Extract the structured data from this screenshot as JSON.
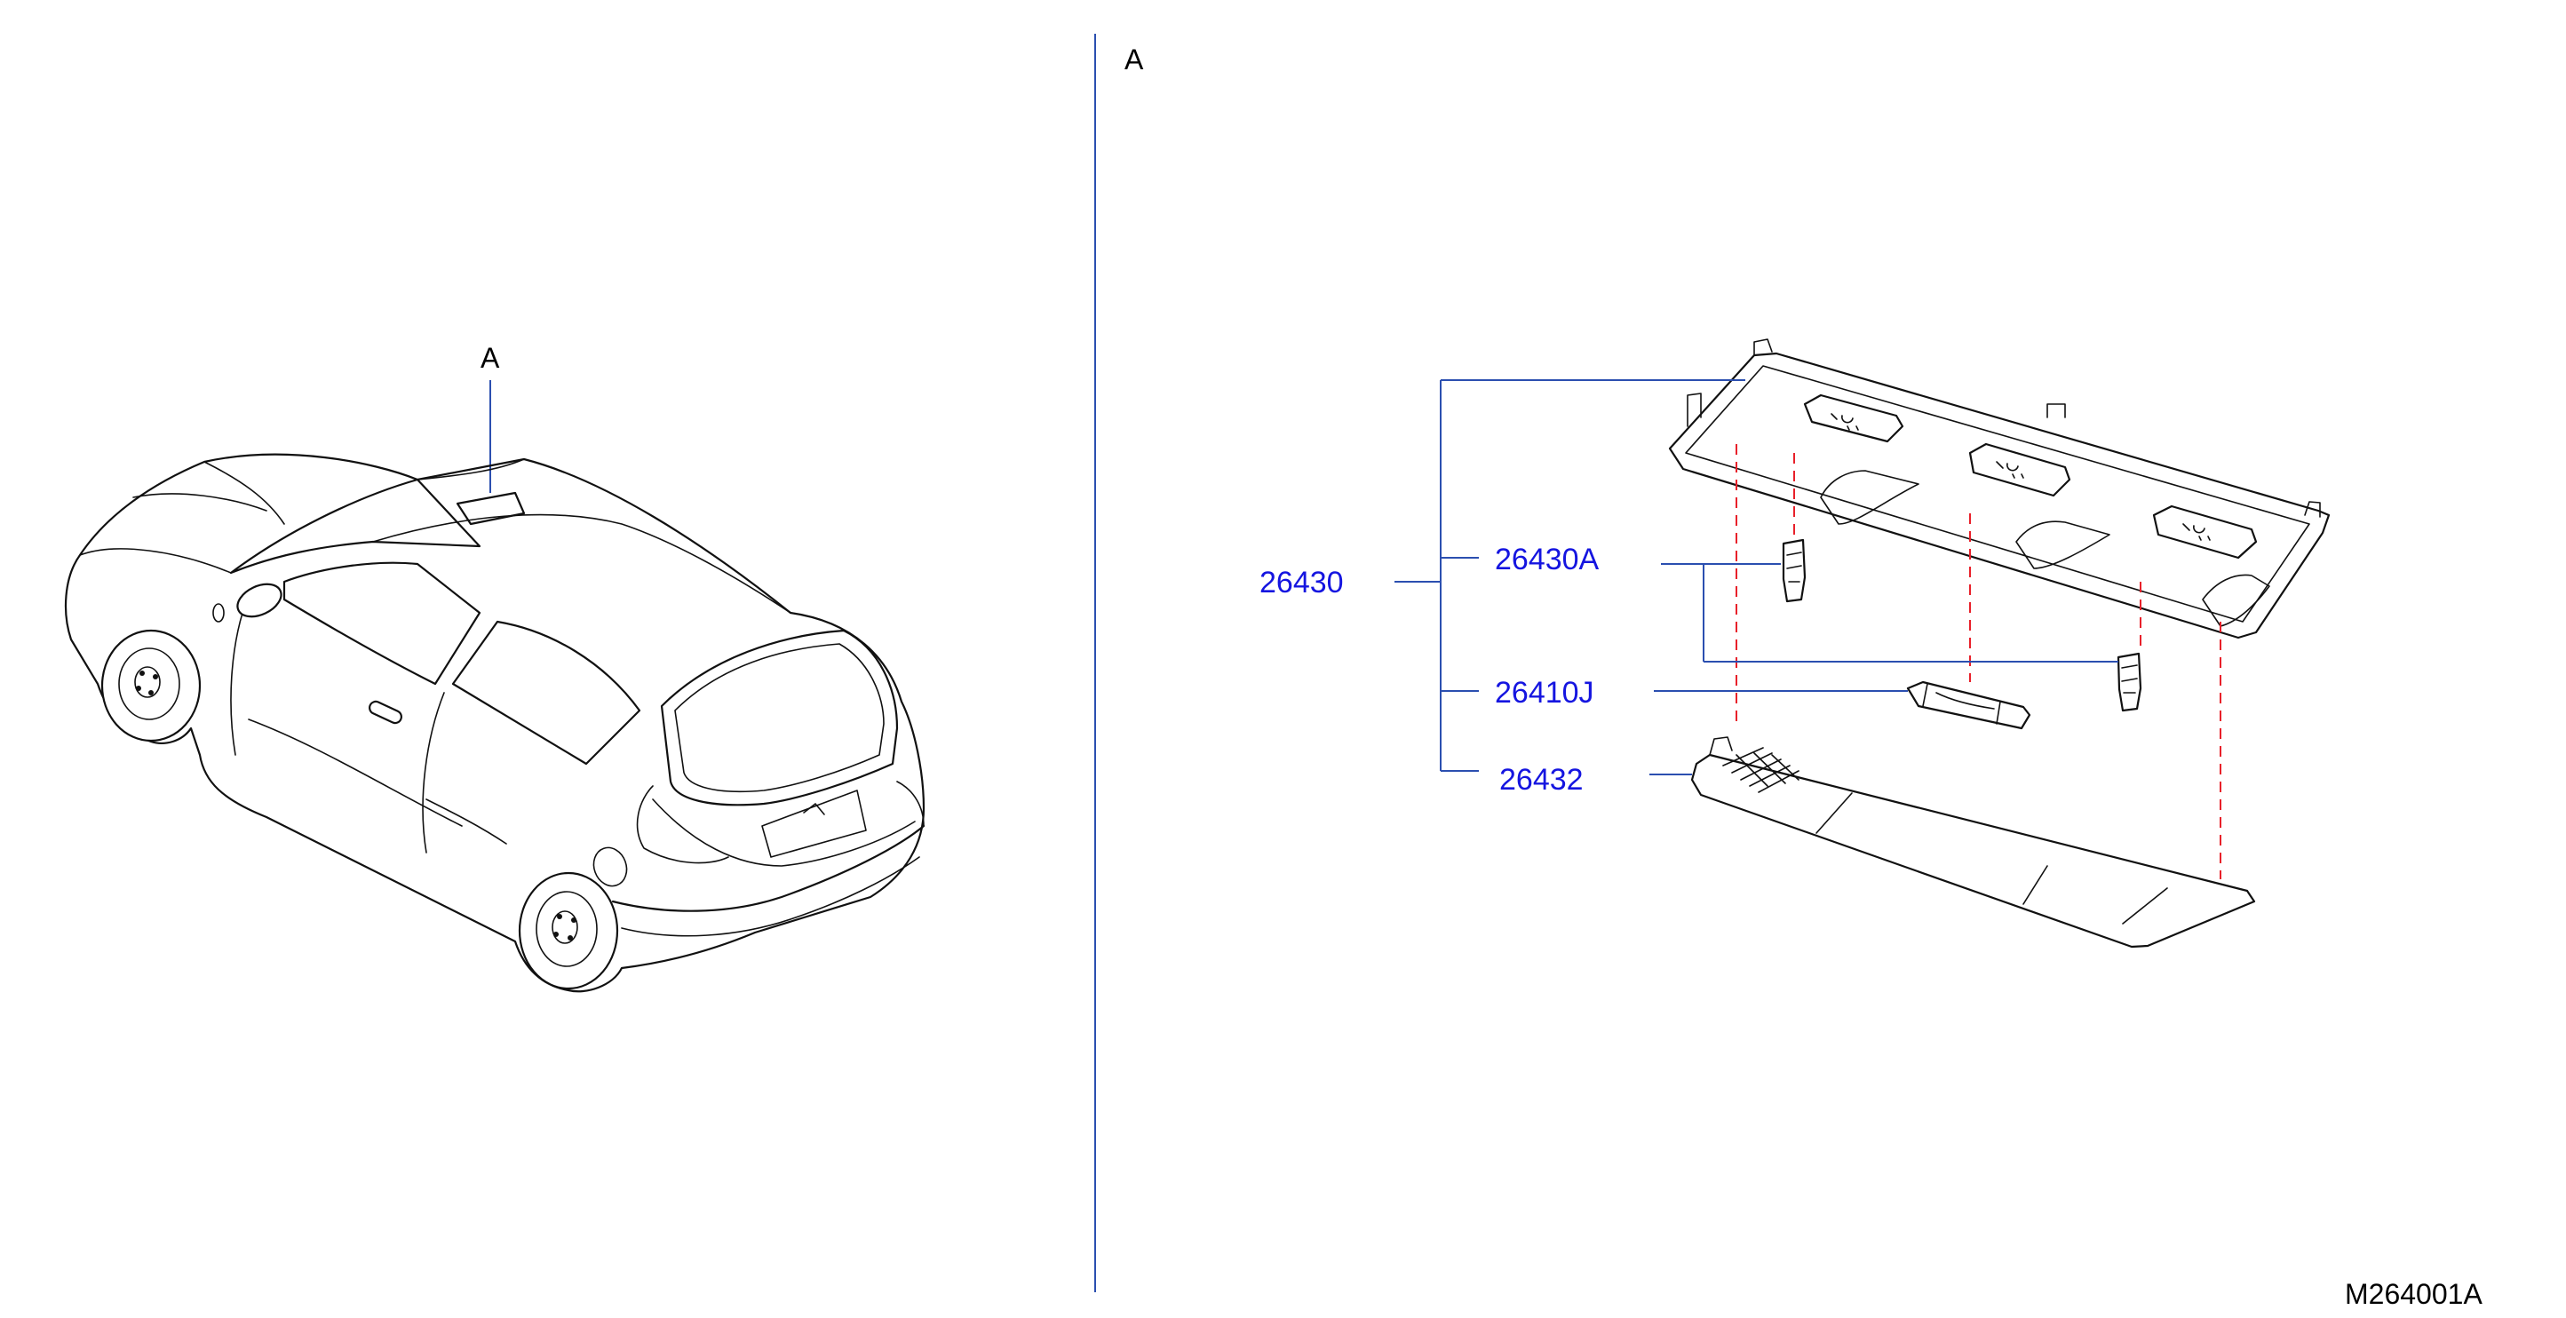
{
  "view_labels": {
    "left_view": "A",
    "detail_view": "A"
  },
  "parts": {
    "assembly": "26430",
    "lamp_housing": "26430A",
    "bulb": "26410J",
    "lens": "26432"
  },
  "diagram_id": "M264001A",
  "colors": {
    "part_number_text": "#1515e0",
    "leader_lines": "#2b4fb0",
    "hidden_lines": "#e8202a",
    "drawing": "#111111"
  }
}
